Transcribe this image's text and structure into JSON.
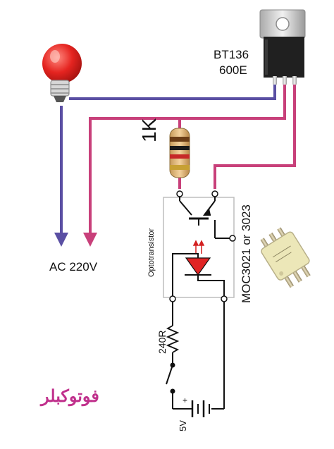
{
  "components": {
    "triac_name": "BT136",
    "triac_rating": "600E",
    "resistor_value": "1K",
    "source_label": "AC 220V",
    "opto_internal_label": "Optotransistor",
    "opto_part_label": "MOC3021 or 3023",
    "current_resistor_label": "240R",
    "supply_label": "5V",
    "title_text": "فوتوكبلر"
  },
  "colors": {
    "wire_blue": "#5a4fa3",
    "wire_pink": "#c8407a",
    "lamp_red": "#e52420",
    "led_red": "#e02424",
    "title_pink": "#c0308c",
    "chip_body": "#ece7b8"
  },
  "icons": {
    "lamp": "light-bulb-icon",
    "triac": "triac-to220-icon",
    "resistor": "resistor-icon",
    "transistor": "phototransistor-icon",
    "led": "led-icon",
    "ic": "dip6-chip-icon",
    "switch": "switch-icon",
    "battery": "battery-icon"
  }
}
